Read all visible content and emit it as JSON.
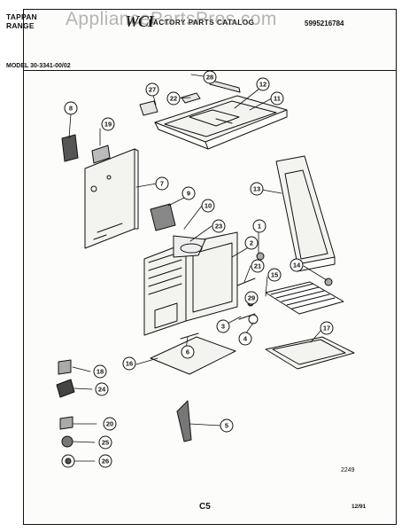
{
  "header": {
    "brand_line1": "TAPPAN",
    "brand_line2": "RANGE",
    "logo_text": "WCI",
    "catalog_title": "FACTORY PARTS CATALOG",
    "part_number": "5995216784",
    "model": "MODEL 30-3341-00/02"
  },
  "watermark": "AppliancePartsPros.com",
  "callouts": {
    "c1": "1",
    "c2": "2",
    "c3": "3",
    "c4": "4",
    "c5": "5",
    "c6": "6",
    "c7": "7",
    "c8": "8",
    "c9": "9",
    "c10": "10",
    "c11": "11",
    "c12": "12",
    "c13": "13",
    "c14": "14",
    "c15": "15",
    "c16": "16",
    "c17": "17",
    "c18": "18",
    "c19": "19",
    "c20": "20",
    "c21": "21",
    "c22": "22",
    "c23": "23",
    "c24": "24",
    "c25": "25",
    "c26": "26",
    "c27": "27",
    "c28": "28",
    "c29": "29"
  },
  "footer": {
    "drawing_code": "2249",
    "page": "C5",
    "date": "12/91"
  }
}
